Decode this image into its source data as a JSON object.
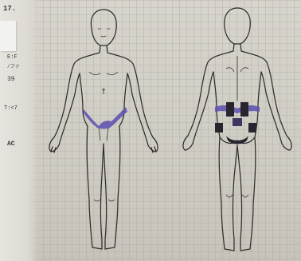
{
  "labels": {
    "top": "17.",
    "sex": "E:F",
    "mark": "/ファ",
    "age": "39",
    "time": "T:<7",
    "code": "AC"
  },
  "colors": {
    "paper": "#d3d0c8",
    "grid_line": "#9e9b94",
    "outline": "#2f2e2a",
    "front_shading": "#5a4fb0",
    "back_shading": "#3f3560",
    "back_shading_dark": "#2a2430"
  },
  "figures": [
    "front-body-figure",
    "back-body-figure"
  ]
}
